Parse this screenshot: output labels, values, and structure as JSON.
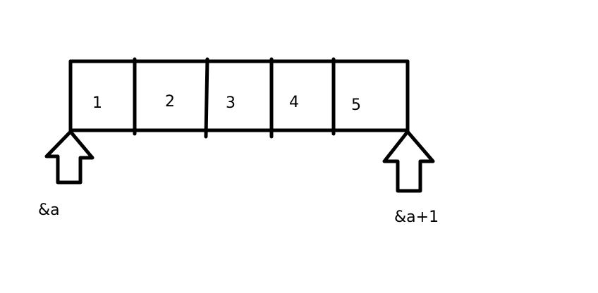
{
  "array": {
    "cells": [
      "1",
      "2",
      "3",
      "4",
      "5"
    ]
  },
  "pointers": {
    "start_label": "&a",
    "end_label": "&a+1"
  }
}
